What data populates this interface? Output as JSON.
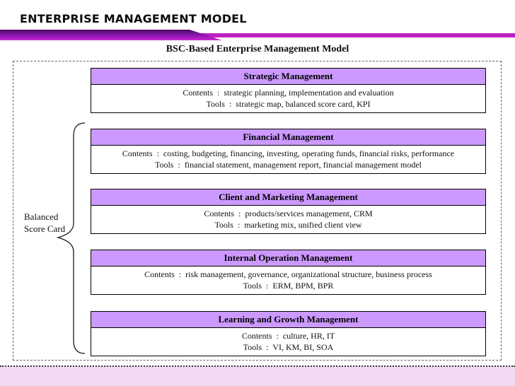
{
  "slide": {
    "header_title": "ENTERPRISE MANAGEMENT MODEL",
    "diagram_title": "BSC-Based Enterprise Management Model",
    "side_label": "Balanced Score Card",
    "colors": {
      "box_header_bg": "#CC99FF",
      "banner_dark_purple": "#470A5E",
      "banner_bright_magenta": "#BE22BE",
      "footer_strip_pink": "#F2DAF2"
    },
    "boxes": [
      {
        "title": "Strategic Management",
        "contents": "Contents  :  strategic planning, implementation and evaluation",
        "tools": "Tools  :  strategic map, balanced score card, KPI"
      },
      {
        "title": "Financial Management",
        "contents": "Contents  :  costing, budgeting, financing, investing, operating funds, financial risks, performance",
        "tools": "Tools  :  financial statement, management report, financial management model"
      },
      {
        "title": "Client and Marketing Management",
        "contents": "Contents  :  products/services management, CRM",
        "tools": "Tools  :  marketing mix, unified client view"
      },
      {
        "title": "Internal Operation Management",
        "contents": "Contents  :  risk management, governance, organizational structure, business process",
        "tools": "Tools  :  ERM, BPM, BPR"
      },
      {
        "title": "Learning and Growth Management",
        "contents": "Contents  :  culture, HR, IT",
        "tools": "Tools  :  VI, KM, BI, SOA"
      }
    ]
  }
}
